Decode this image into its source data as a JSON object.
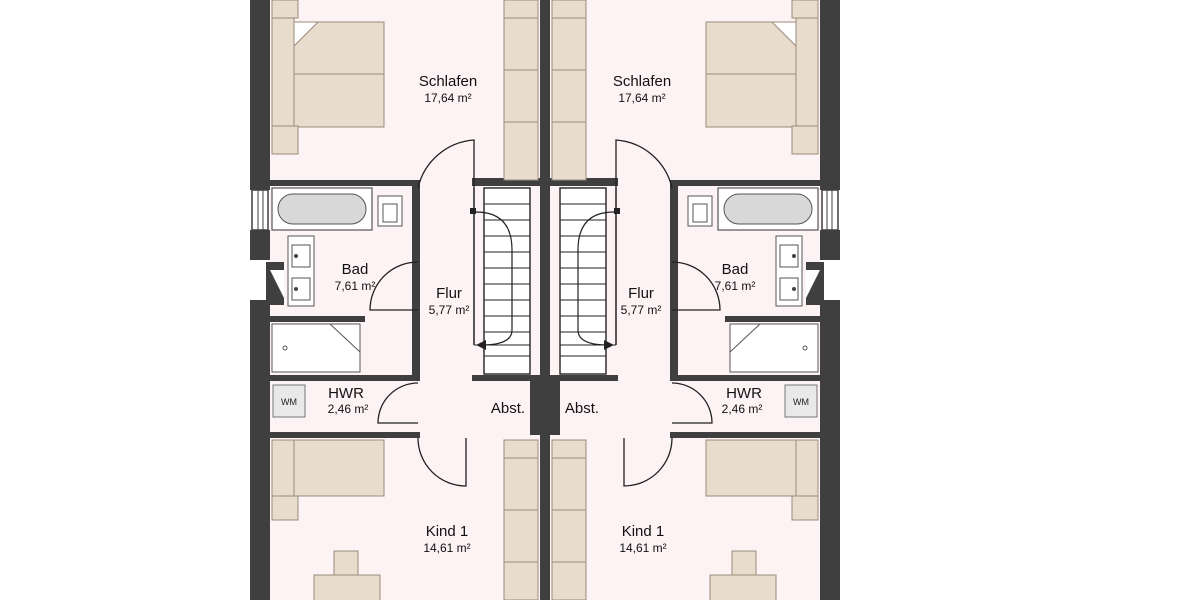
{
  "colors": {
    "floor": "#fdf3f4",
    "wall": "#3f3f3f",
    "furniture": "#e8dccd",
    "furniture_stroke": "#9a8b7a",
    "line": "#222222"
  },
  "units": [
    {
      "side": "left",
      "rooms": {
        "schlafen": {
          "name": "Schlafen",
          "area": "17,64 m²"
        },
        "bad": {
          "name": "Bad",
          "area": "7,61 m²"
        },
        "flur": {
          "name": "Flur",
          "area": "5,77 m²"
        },
        "hwr": {
          "name": "HWR",
          "area": "2,46 m²"
        },
        "abst": {
          "name": "Abst."
        },
        "kind1": {
          "name": "Kind 1",
          "area": "14,61 m²"
        }
      },
      "appliance_label": "WM"
    },
    {
      "side": "right",
      "rooms": {
        "schlafen": {
          "name": "Schlafen",
          "area": "17,64 m²"
        },
        "bad": {
          "name": "Bad",
          "area": "7,61 m²"
        },
        "flur": {
          "name": "Flur",
          "area": "5,77 m²"
        },
        "hwr": {
          "name": "HWR",
          "area": "2,46 m²"
        },
        "abst": {
          "name": "Abst."
        },
        "kind1": {
          "name": "Kind 1",
          "area": "14,61 m²"
        }
      },
      "appliance_label": "WM"
    }
  ]
}
